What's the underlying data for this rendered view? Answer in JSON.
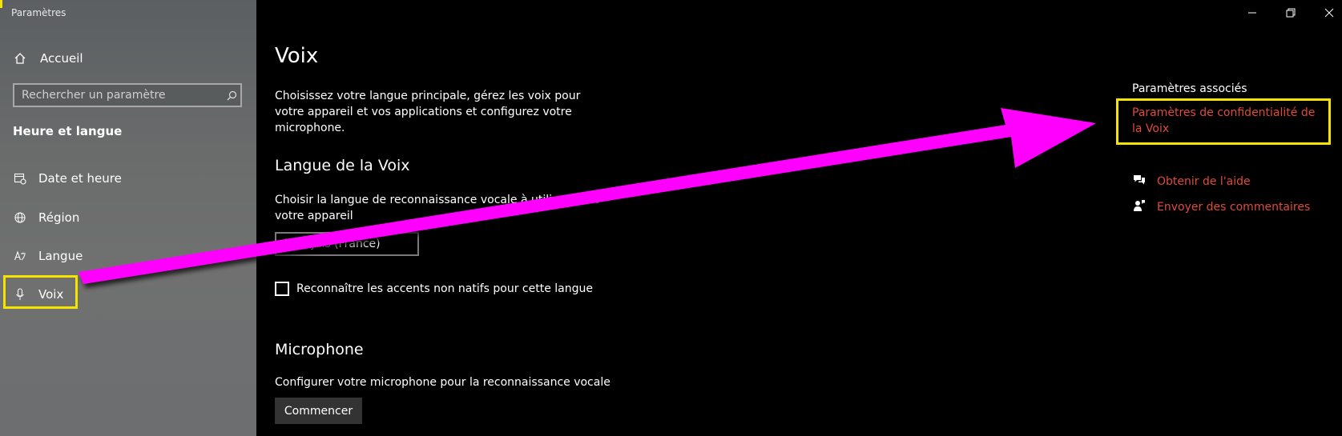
{
  "window": {
    "title": "Paramètres"
  },
  "sidebar": {
    "home_label": "Accueil",
    "search_placeholder": "Rechercher un paramètre",
    "section_title": "Heure et langue",
    "items": [
      {
        "label": "Date et heure",
        "icon": "calendar-clock-icon"
      },
      {
        "label": "Région",
        "icon": "globe-icon"
      },
      {
        "label": "Langue",
        "icon": "language-icon"
      },
      {
        "label": "Voix",
        "icon": "microphone-icon"
      }
    ]
  },
  "main": {
    "title": "Voix",
    "description": "Choisissez votre langue principale, gérez les voix pour votre appareil et vos applications et configurez votre microphone.",
    "language_section": {
      "heading": "Langue de la Voix",
      "choose_label": "Choisir la langue de reconnaissance vocale à utiliser avec votre appareil",
      "selected_value": "Français (France)",
      "checkbox_label": "Reconnaître les accents non natifs pour cette langue"
    },
    "microphone_section": {
      "heading": "Microphone",
      "description": "Configurer votre microphone pour la reconnaissance vocale",
      "button_label": "Commencer"
    }
  },
  "related": {
    "title": "Paramètres associés",
    "privacy_link": "Paramètres de confidentialité de la Voix",
    "help_link": "Obtenir de l'aide",
    "feedback_link": "Envoyer des commentaires"
  },
  "colors": {
    "link": "#e04a3a",
    "highlight": "#f7e300",
    "annotation_arrow": "#ff00ff"
  }
}
